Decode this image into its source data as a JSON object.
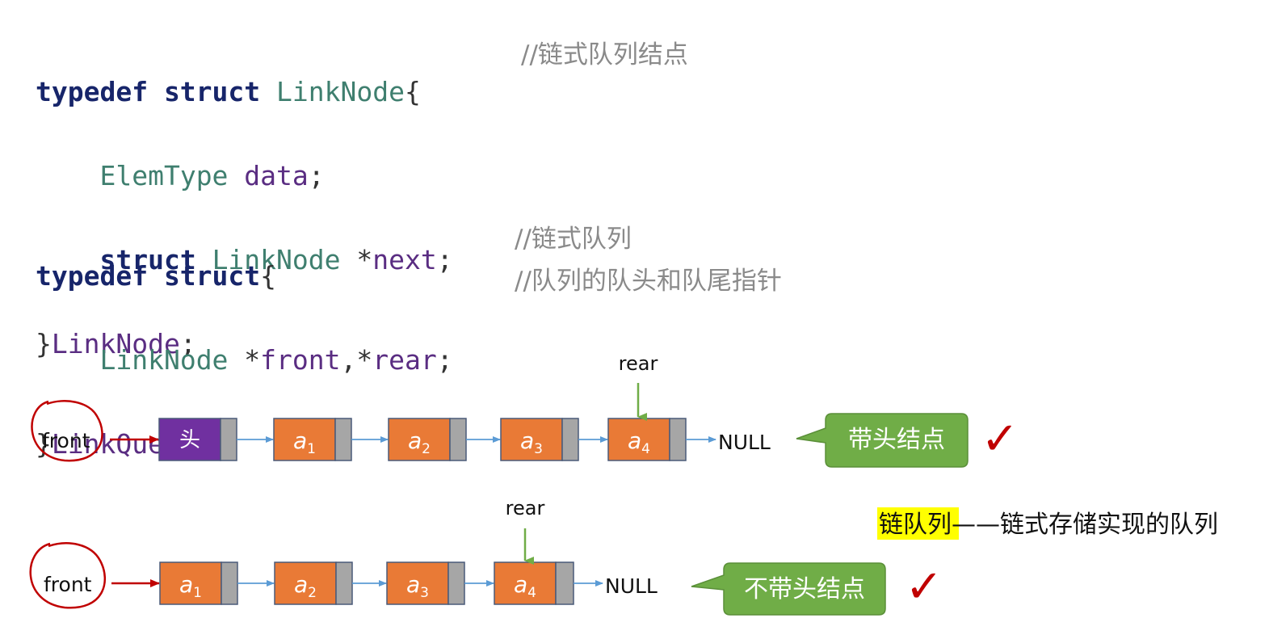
{
  "code": {
    "struct1": {
      "line1_kw": "typedef struct ",
      "line1_type": "LinkNode",
      "line1_brace": "{",
      "comment1": "//链式队列结点",
      "line2_type": "ElemType ",
      "line2_id": "data",
      "line2_end": ";",
      "line3_kw": "struct ",
      "line3_type": "LinkNode ",
      "line3_ptr": "*",
      "line3_id": "next",
      "line3_end": ";",
      "line4_brace": "}",
      "line4_name": "LinkNode",
      "line4_end": ";"
    },
    "struct2": {
      "line1_kw": "typedef struct",
      "line1_brace": "{",
      "comment1": "//链式队列",
      "line2_type": "LinkNode ",
      "line2_ptr1": "*",
      "line2_id1": "front",
      "line2_comma": ",",
      "line2_ptr2": "*",
      "line2_id2": "rear",
      "line2_end": ";",
      "comment2": "//队列的队头和队尾指针",
      "line3_brace": "}",
      "line3_name": "LinkQueue",
      "line3_end": ";"
    }
  },
  "diagram": {
    "with_head": {
      "front_label": "front",
      "rear_label": "rear",
      "head_label": "头",
      "nodes": [
        {
          "letter": "a",
          "sub": "1"
        },
        {
          "letter": "a",
          "sub": "2"
        },
        {
          "letter": "a",
          "sub": "3"
        },
        {
          "letter": "a",
          "sub": "4"
        }
      ],
      "null_label": "NULL",
      "callout": "带头结点",
      "check": "✓"
    },
    "without_head": {
      "front_label": "front",
      "rear_label": "rear",
      "nodes": [
        {
          "letter": "a",
          "sub": "1"
        },
        {
          "letter": "a",
          "sub": "2"
        },
        {
          "letter": "a",
          "sub": "3"
        },
        {
          "letter": "a",
          "sub": "4"
        }
      ],
      "null_label": "NULL",
      "callout": "不带头结点",
      "check": "✓"
    },
    "definition": {
      "term": "链队列",
      "dash": "——",
      "text": "链式存储实现的队列"
    }
  },
  "colors": {
    "node_orange": "#e97a36",
    "head_purple": "#7030a0",
    "pointer_gray": "#a6a6a6",
    "callout_green": "#70ad47",
    "rear_arrow_green": "#70ad47",
    "front_arrow_red": "#c00000",
    "link_arrow_blue": "#5b9bd5",
    "check_red": "#c00000",
    "highlight_yellow": "#ffff00"
  }
}
